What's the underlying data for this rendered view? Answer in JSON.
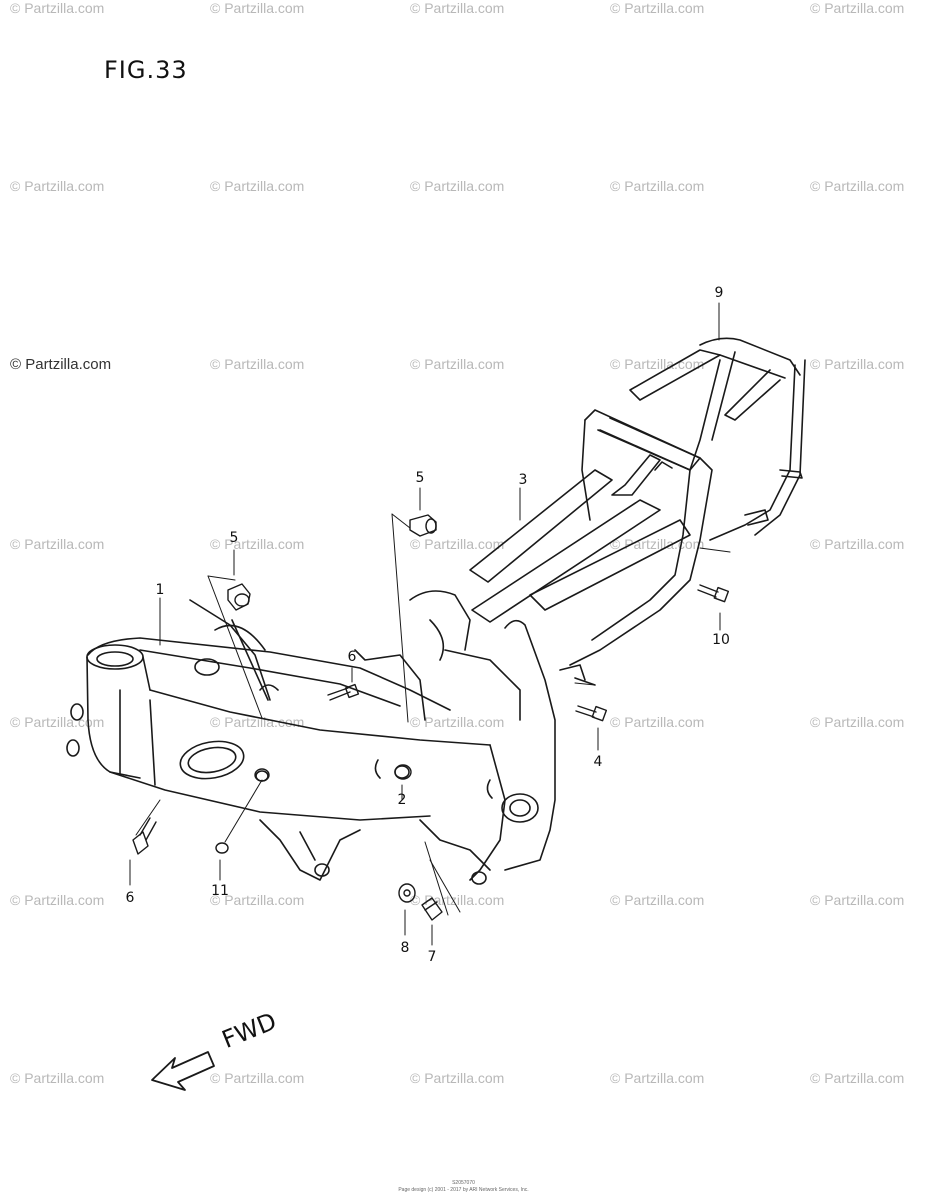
{
  "figure": {
    "title": "FIG.33"
  },
  "watermark": {
    "text": "© Partzilla.com"
  },
  "callouts": [
    {
      "id": "1",
      "label": "1"
    },
    {
      "id": "2",
      "label": "2"
    },
    {
      "id": "3",
      "label": "3"
    },
    {
      "id": "4",
      "label": "4"
    },
    {
      "id": "5a",
      "label": "5"
    },
    {
      "id": "5b",
      "label": "5"
    },
    {
      "id": "6a",
      "label": "6"
    },
    {
      "id": "6b",
      "label": "6"
    },
    {
      "id": "7",
      "label": "7"
    },
    {
      "id": "8",
      "label": "8"
    },
    {
      "id": "9",
      "label": "9"
    },
    {
      "id": "10",
      "label": "10"
    },
    {
      "id": "11",
      "label": "11"
    }
  ],
  "direction": {
    "label": "FWD"
  },
  "footer": {
    "code": "S2057070",
    "credit": "Page design (c) 2001 - 2017 by ARI Network Services, Inc."
  }
}
